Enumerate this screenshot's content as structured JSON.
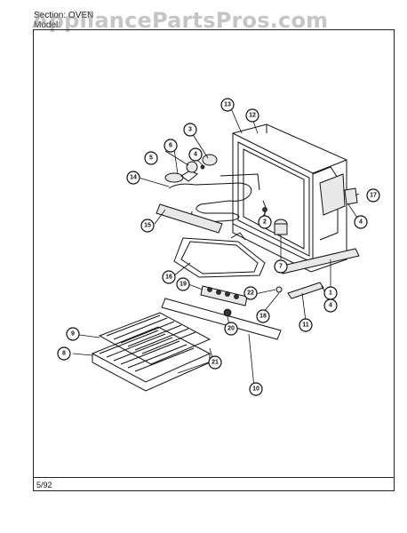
{
  "header": {
    "section_label": "Section:",
    "section_value": "OVEN",
    "model_label": "Model:"
  },
  "watermark": "AppliancePartsPros.com",
  "footer": {
    "date_code": "5/92"
  },
  "callouts": [
    "1",
    "2",
    "3",
    "4",
    "5",
    "6",
    "7",
    "8",
    "9",
    "10",
    "11",
    "12",
    "13",
    "14",
    "15",
    "16",
    "17",
    "18",
    "19",
    "20",
    "21",
    "22"
  ]
}
